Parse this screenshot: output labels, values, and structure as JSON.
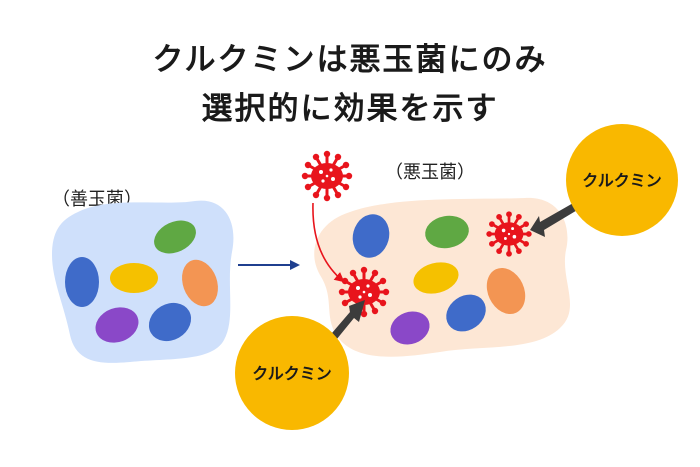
{
  "title": {
    "line1": "クルクミンは悪玉菌にのみ",
    "line2": "選択的に効果を示す"
  },
  "labels": {
    "good_bacteria": "（善玉菌）",
    "bad_bacteria": "（悪玉菌）",
    "curcumin_top": "クルクミン",
    "curcumin_bottom": "クルクミン"
  },
  "colors": {
    "good_blob": "#cfe0fb",
    "bad_blob": "#fde7d5",
    "blue": "#3f6bc9",
    "green": "#5fa843",
    "yellow": "#f5c100",
    "orange": "#f39553",
    "purple": "#8a48c8",
    "red": "#e8141c",
    "curcumin": "#f9b800",
    "arrow_dark": "#3c3c3c",
    "arrow_navy": "#1f3f8f",
    "arrow_red": "#e8141c"
  },
  "icons": [
    "bacteria-cluster",
    "bad-bacteria-icon",
    "curcumin-circle",
    "arrow"
  ]
}
